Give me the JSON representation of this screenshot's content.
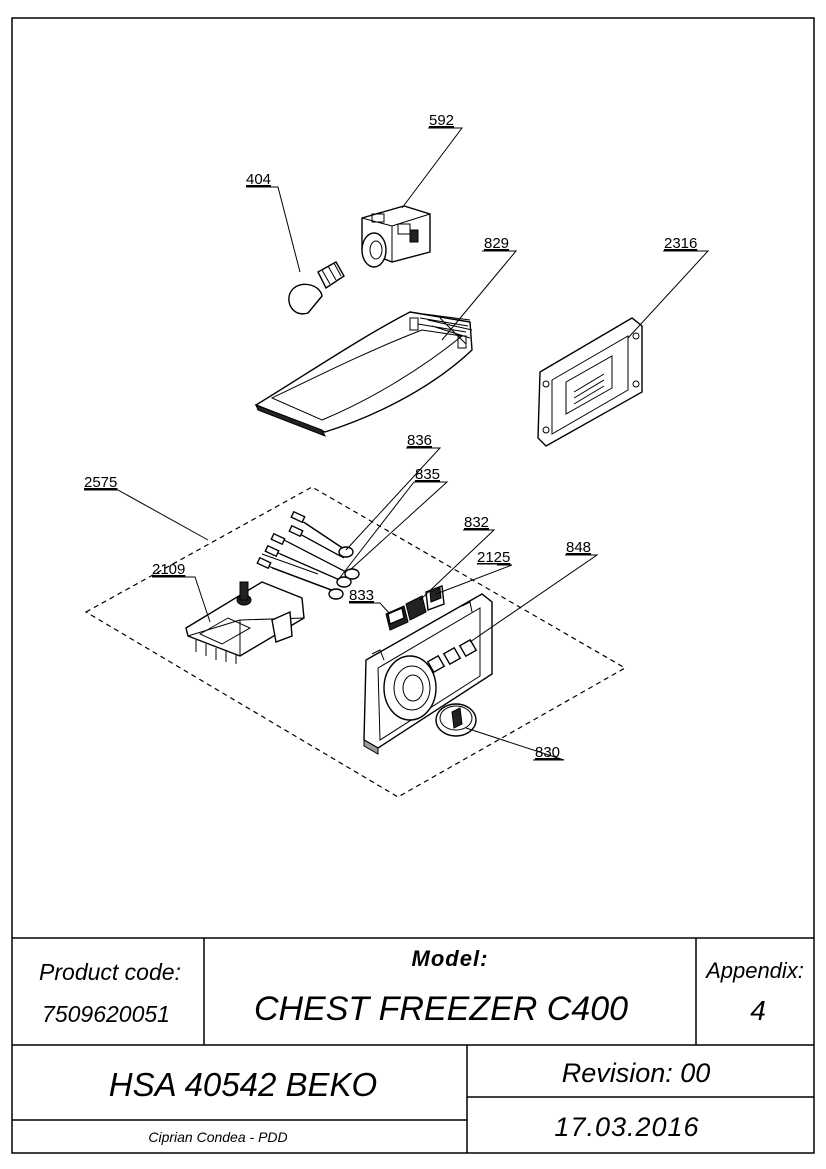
{
  "callouts": [
    {
      "id": "592",
      "text": "592"
    },
    {
      "id": "404",
      "text": "404"
    },
    {
      "id": "829",
      "text": "829"
    },
    {
      "id": "2316",
      "text": "2316"
    },
    {
      "id": "836",
      "text": "836"
    },
    {
      "id": "835",
      "text": "835"
    },
    {
      "id": "2575",
      "text": "2575"
    },
    {
      "id": "832",
      "text": "832"
    },
    {
      "id": "2125",
      "text": "2125"
    },
    {
      "id": "848",
      "text": "848"
    },
    {
      "id": "2109",
      "text": "2109"
    },
    {
      "id": "833",
      "text": "833"
    },
    {
      "id": "830",
      "text": "830"
    }
  ],
  "title_block": {
    "product_code_label": "Product code:",
    "product_code_value": "7509620051",
    "model_label": "Model:",
    "model_value": "CHEST FREEZER C400",
    "appendix_label": "Appendix:",
    "appendix_value": "4",
    "device_name": "HSA 40542 BEKO",
    "revision": "Revision: 00",
    "date": "17.03.2016",
    "author": "Ciprian Condea - PDD"
  }
}
